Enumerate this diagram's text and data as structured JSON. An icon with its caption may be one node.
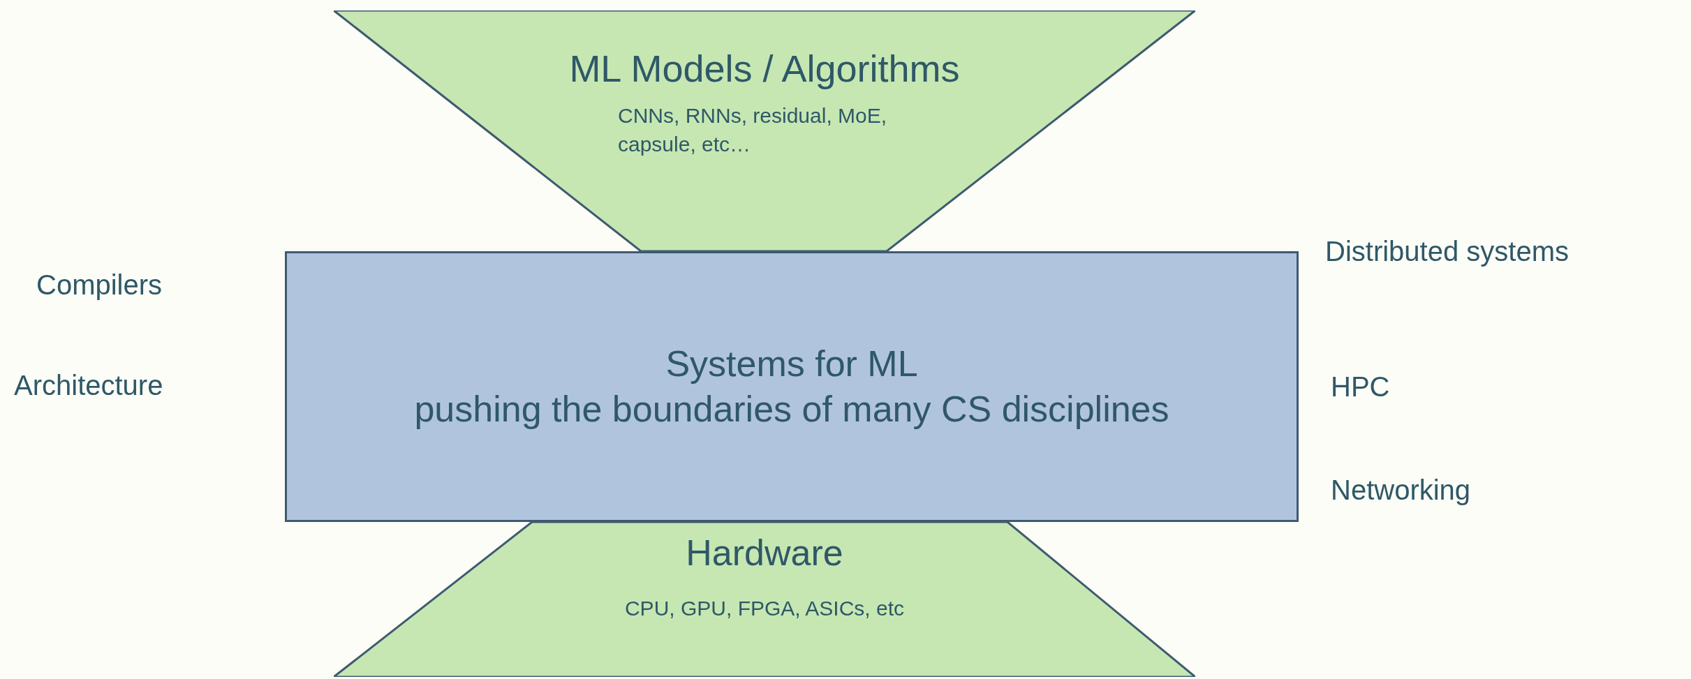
{
  "diagram": {
    "nodes": [
      {
        "text": [
          "ML Models / Algorithms",
          "CNNs, RNNs, residual, MoE, capsule, etc…"
        ]
      },
      {
        "text": [
          "Systems for ML",
          "pushing the boundaries of many CS disciplines"
        ]
      },
      {
        "text": [
          "Hardware",
          "CPU, GPU, FPGA, ASICs, etc"
        ]
      }
    ],
    "labels": [
      "Compilers",
      "Architecture",
      "Distributed systems",
      "HPC",
      "Networking"
    ]
  }
}
